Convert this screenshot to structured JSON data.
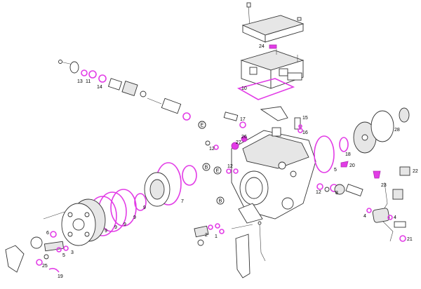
{
  "diagram": {
    "colors": {
      "seal_highlight": "#e23ce6",
      "outline": "#333333",
      "background": "#ffffff"
    },
    "callouts": [
      {
        "id": "c1",
        "text": "1"
      },
      {
        "id": "c2",
        "text": "2"
      },
      {
        "id": "c3",
        "text": "3"
      },
      {
        "id": "c4a",
        "text": "4"
      },
      {
        "id": "c4b",
        "text": "4"
      },
      {
        "id": "c5a",
        "text": "5"
      },
      {
        "id": "c5b",
        "text": "5"
      },
      {
        "id": "c6",
        "text": "6"
      },
      {
        "id": "c7",
        "text": "7"
      },
      {
        "id": "c8",
        "text": "8"
      },
      {
        "id": "c9a",
        "text": "9"
      },
      {
        "id": "c9b",
        "text": "9"
      },
      {
        "id": "c9c",
        "text": "9"
      },
      {
        "id": "c9d",
        "text": "9"
      },
      {
        "id": "c9e",
        "text": "9"
      },
      {
        "id": "c10",
        "text": "10"
      },
      {
        "id": "c11",
        "text": "11"
      },
      {
        "id": "c12a",
        "text": "12"
      },
      {
        "id": "c12b",
        "text": "12"
      },
      {
        "id": "c12c",
        "text": "12"
      },
      {
        "id": "c13",
        "text": "13"
      },
      {
        "id": "c14",
        "text": "14"
      },
      {
        "id": "c15",
        "text": "15"
      },
      {
        "id": "c16",
        "text": "16"
      },
      {
        "id": "c17",
        "text": "17"
      },
      {
        "id": "c18",
        "text": "18"
      },
      {
        "id": "c19",
        "text": "19"
      },
      {
        "id": "c20",
        "text": "20"
      },
      {
        "id": "c21",
        "text": "21"
      },
      {
        "id": "c22",
        "text": "22"
      },
      {
        "id": "c23",
        "text": "23"
      },
      {
        "id": "c24",
        "text": "24"
      },
      {
        "id": "c25",
        "text": "25"
      },
      {
        "id": "c26",
        "text": "26"
      },
      {
        "id": "c27",
        "text": "27"
      },
      {
        "id": "c28",
        "text": "28"
      }
    ],
    "reference_marks": [
      {
        "id": "ref-e1",
        "text": "E"
      },
      {
        "id": "ref-e2",
        "text": "E"
      },
      {
        "id": "ref-b1",
        "text": "B"
      },
      {
        "id": "ref-b2",
        "text": "B"
      }
    ]
  }
}
